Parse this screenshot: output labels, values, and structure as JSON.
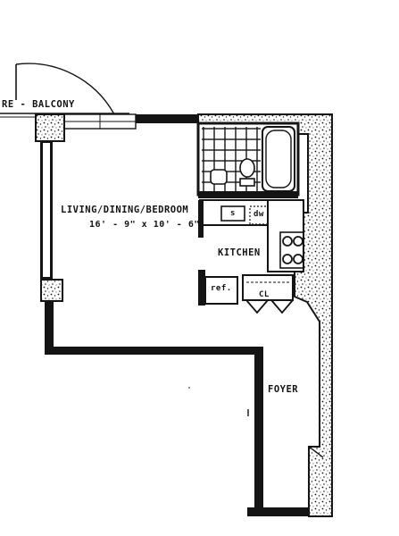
{
  "plan": {
    "labels": {
      "balcony": "RE - BALCONY",
      "living_room": "LIVING/DINING/BEDROOM",
      "living_dims": "16' - 9\" x 10' - 6\"",
      "kitchen": "KITCHEN",
      "foyer": "FOYER",
      "sink": "s",
      "dishwasher": "dw",
      "refrigerator": "ref.",
      "closet": "CL"
    },
    "colors": {
      "ink": "#141414",
      "paper": "#ffffff"
    }
  }
}
